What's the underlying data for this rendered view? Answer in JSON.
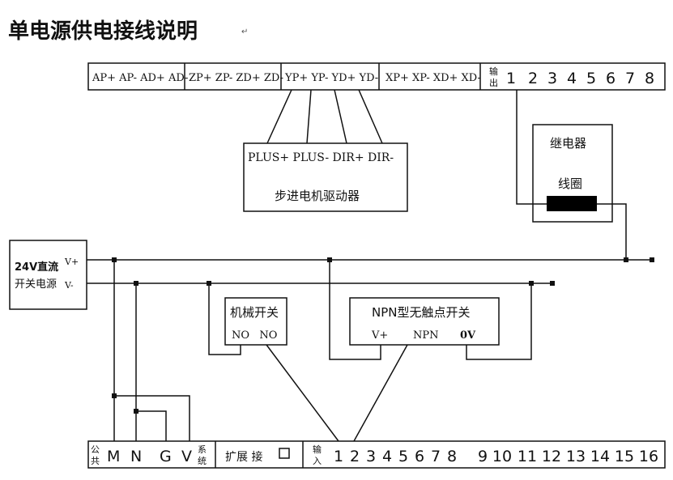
{
  "title": "单电源供电接线说明",
  "top_bar": {
    "groups": [
      "AP+ AP- AD+ AD-",
      "ZP+ ZP- ZD+ ZD-",
      "YP+ YP- YD+ YD-",
      "XP+ XP- XD+ XD-"
    ],
    "output_label_1": "输",
    "output_label_2": "出",
    "output_numbers": [
      "1",
      "2",
      "3",
      "4",
      "5",
      "6",
      "7",
      "8"
    ]
  },
  "stepper_driver": {
    "pins": "PLUS+ PLUS- DIR+ DIR-",
    "label": "步进电机驱动器"
  },
  "relay": {
    "label": "继电器",
    "coil_label": "线圈"
  },
  "power_supply": {
    "line1": "24V直流",
    "line2": "开关电源",
    "v_plus": "V+",
    "v_minus": "V-"
  },
  "mechanical_switch": {
    "label": "机械开关",
    "pins": "NO   NO"
  },
  "npn_switch": {
    "label": "NPN型无触点开关",
    "pin_vplus": "V+",
    "pin_npn": "NPN",
    "pin_0v": "0V"
  },
  "bottom_bar": {
    "common_1": "公",
    "common_2": "共",
    "terminals": [
      "M",
      "N",
      "G",
      "V"
    ],
    "system_1": "系",
    "system_2": "统",
    "expansion": "扩展 接 口",
    "input_1": "输",
    "input_2": "入",
    "input_numbers": [
      "1",
      "2",
      "3",
      "4",
      "5",
      "6",
      "7",
      "8",
      "9",
      "10",
      "11",
      "12",
      "13",
      "14",
      "15",
      "16"
    ]
  },
  "colors": {
    "line": "#111111",
    "coil": "#000000",
    "background": "#ffffff"
  }
}
